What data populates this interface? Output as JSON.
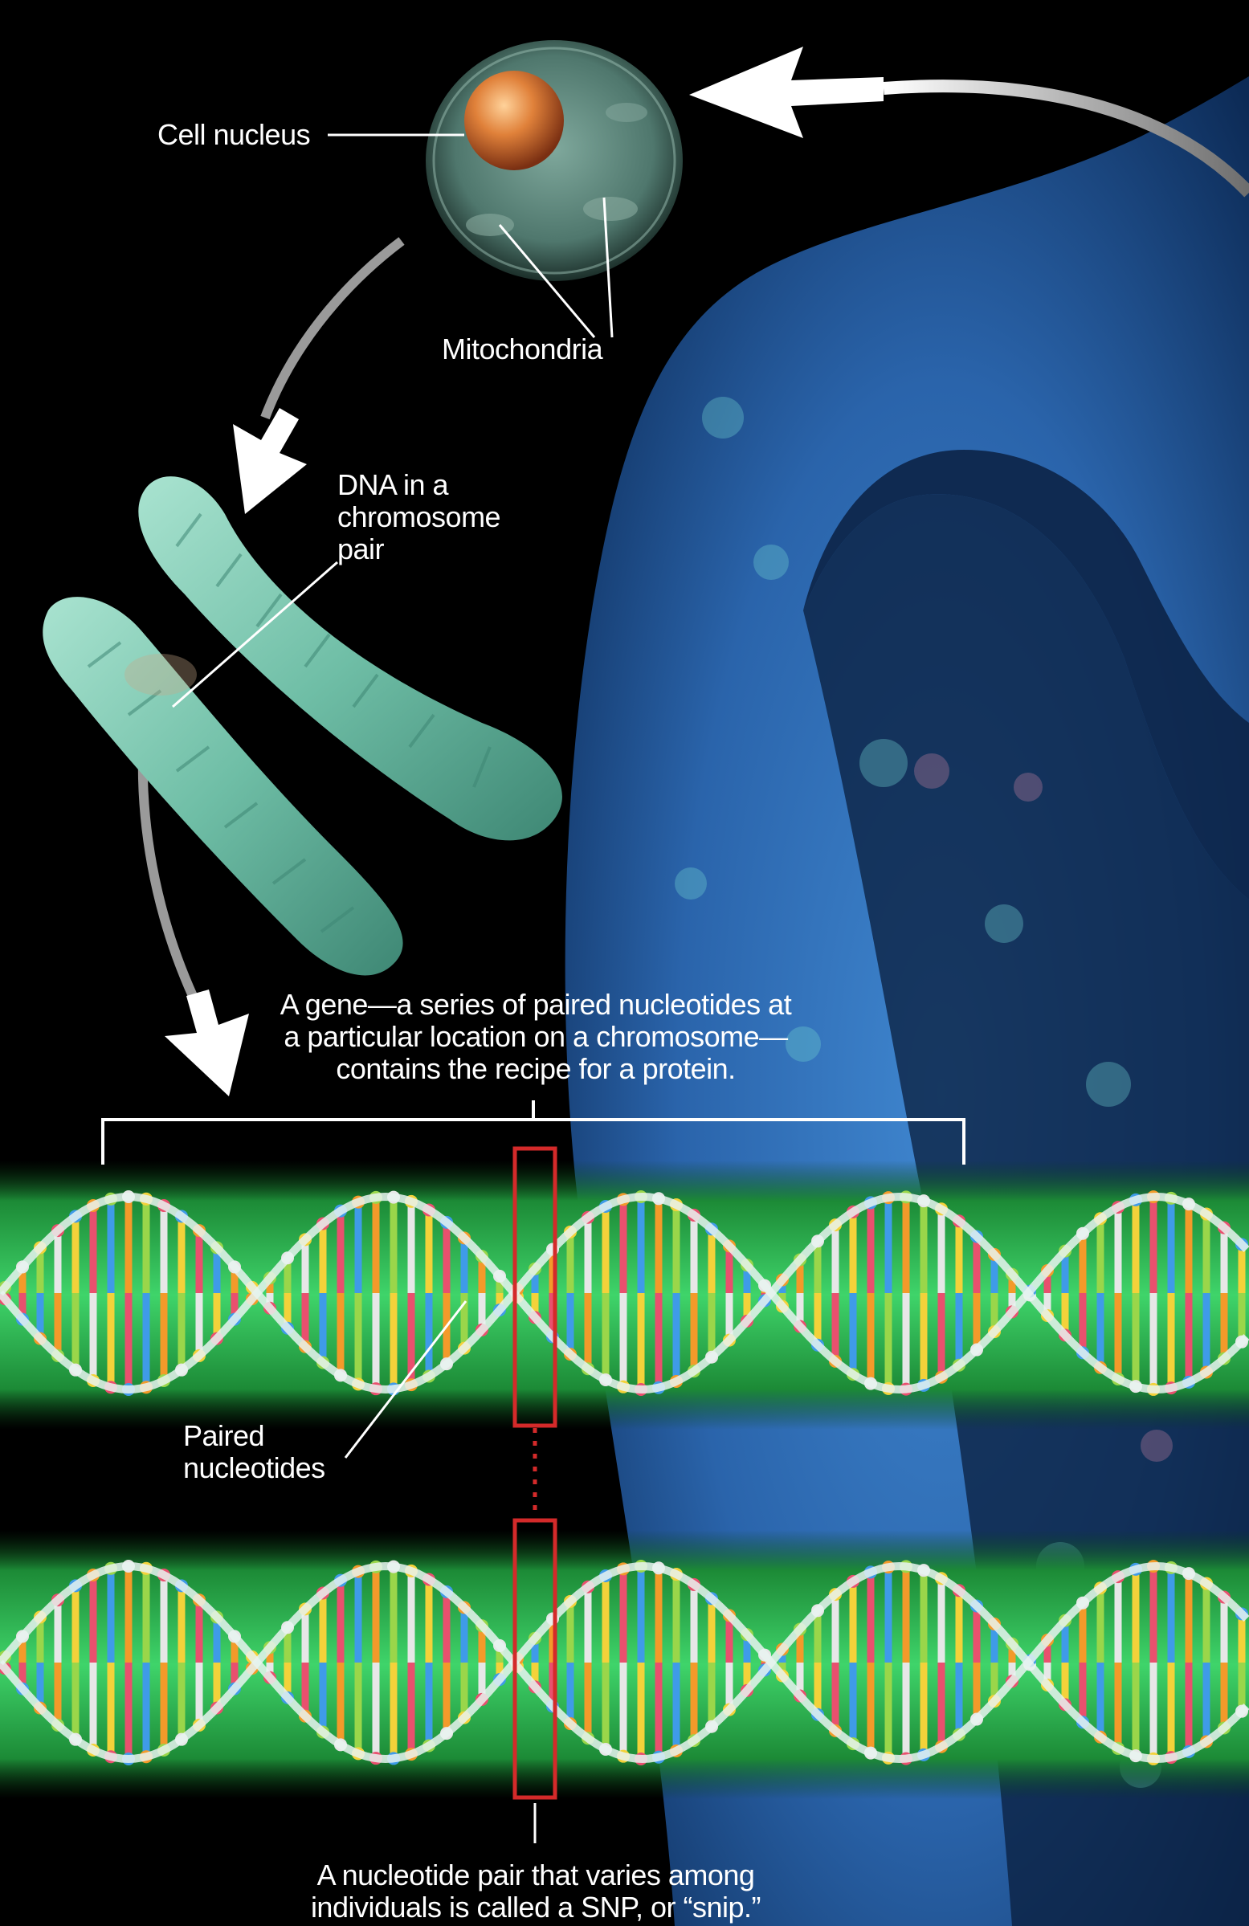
{
  "labels": {
    "cell_nucleus": "Cell nucleus",
    "mitochondria": "Mitochondria",
    "dna_line1": "DNA in a",
    "dna_line2": "chromosome",
    "dna_line3": "pair",
    "gene_line1": "A  gene—a series of paired nucleotides at",
    "gene_line2": "a particular location on a chromosome—",
    "gene_line3": "contains the recipe for a protein.",
    "paired_line1": "Paired",
    "paired_line2": "nucleotides",
    "snp_line1": "A nucleotide pair that varies among",
    "snp_line2": "individuals is called a SNP, or “snip.”"
  },
  "colors": {
    "background": "#000000",
    "label_text": "#ffffff",
    "dna_band": "#2fbf55",
    "body_silhouette": "#2f6fb8",
    "chromosome": "#7fcab5",
    "nucleus": "#d9762f",
    "cell": "#5c8c80",
    "snp_box": "#d42a2a",
    "base_colors": [
      "#f3d23a",
      "#e9506e",
      "#3f9be8",
      "#f39a2a",
      "#9ad64a",
      "#e7e7e7"
    ]
  },
  "icons": [
    "arrow-icon",
    "cell-icon",
    "chromosome-icon",
    "dna-helix-icon",
    "body-silhouette-icon"
  ]
}
